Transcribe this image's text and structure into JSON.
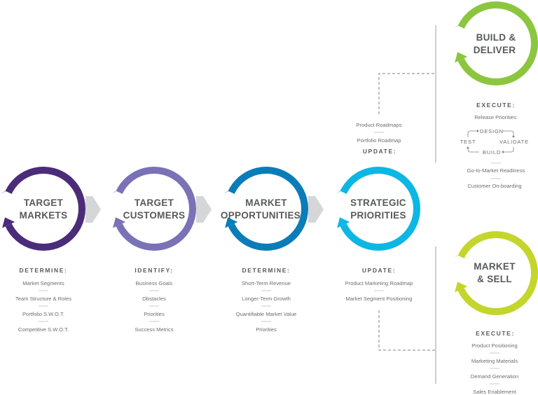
{
  "colors": {
    "target_markets": "#4b2c79",
    "target_customers": "#7a72b6",
    "market_opportunities": "#0a7db8",
    "strategic_priorities": "#0cb7e4",
    "build_deliver": "#8cc63f",
    "market_sell": "#c4d52c",
    "chevron": "#d5d6d7",
    "text": "#58595b",
    "lines": "#bcbec0"
  },
  "stages": [
    {
      "title": [
        "TARGET",
        "MARKETS"
      ],
      "heading": "DETERMINE:",
      "items": [
        "Market Segments",
        "Team Structure & Roles",
        "Portfolio S.W.O.T.",
        "Competitive S.W.O.T."
      ]
    },
    {
      "title": [
        "TARGET",
        "CUSTOMERS"
      ],
      "heading": "IDENTIFY:",
      "items": [
        "Business Goals",
        "Obstacles",
        "Priorities",
        "Success Metrics"
      ]
    },
    {
      "title": [
        "MARKET",
        "OPPORTUNITIES"
      ],
      "heading": "DETERMINE:",
      "items": [
        "Short-Term Revenue",
        "Longer-Term Growth",
        "Quantifiable Market Value",
        "Priorities"
      ]
    },
    {
      "title": [
        "STRATEGIC",
        "PRIORITIES"
      ],
      "heading": "UPDATE:",
      "items": [
        "Product Marketing Roadmap",
        "Market Segment Positioning"
      ]
    }
  ],
  "strategic_top": {
    "items": [
      "Product Roadmaps",
      "Portfolio Roadmap"
    ],
    "heading": "UPDATE:"
  },
  "build_deliver": {
    "title": [
      "BUILD &",
      "DELIVER"
    ],
    "heading": "EXECUTE:",
    "subheading": "Release Priorities:",
    "cycle": [
      "DESIGN",
      "VALIDATE",
      "BUILD",
      "TEST"
    ],
    "items": [
      "Go-to-Market Readiness",
      "Customer On-boarding"
    ]
  },
  "market_sell": {
    "title": [
      "MARKET",
      "& SELL"
    ],
    "heading": "EXECUTE:",
    "items": [
      "Product Positioning",
      "Marketing Materials",
      "Demand Generation",
      "Sales Enablement"
    ]
  }
}
